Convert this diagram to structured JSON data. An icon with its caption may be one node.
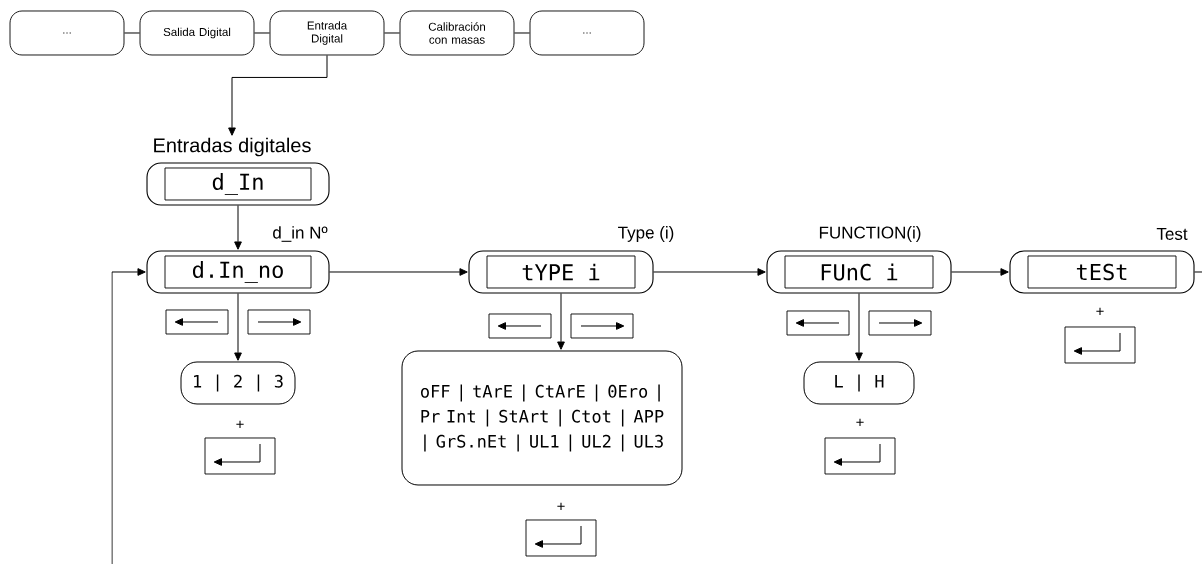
{
  "diagram": {
    "nodes": [
      {
        "text": [
          "..."
        ]
      },
      {
        "text": [
          "Salida Digital"
        ]
      },
      {
        "text": [
          "Entrada Digital"
        ]
      },
      {
        "text": [
          "Calibración con masas"
        ]
      },
      {
        "text": [
          "..."
        ]
      },
      {
        "text": [
          "Entradas digitales",
          "d_In"
        ]
      },
      {
        "text": [
          "d_in Nº",
          "d.In_no"
        ]
      },
      {
        "text": [
          "1 | 2 | 3"
        ]
      },
      {
        "text": [
          "Type (i)",
          "tYPE  i"
        ]
      },
      {
        "text": [
          "oFF | tArE | CtArE | 0Ero | Pr Int | StArt | Ctot | APP | GrS.nEt | UL1 | UL2 | UL3"
        ]
      },
      {
        "text": [
          "FUNCTION(i)",
          "FUnC  i"
        ]
      },
      {
        "text": [
          "L | H"
        ]
      },
      {
        "text": [
          "Test",
          "tESt"
        ]
      }
    ],
    "edges": [
      {
        "from": 0,
        "to": 1,
        "arrow": "none"
      },
      {
        "from": 1,
        "to": 2,
        "arrow": "none"
      },
      {
        "from": 2,
        "to": 3,
        "arrow": "none"
      },
      {
        "from": 3,
        "to": 4,
        "arrow": "none"
      },
      {
        "from": 2,
        "to": 5,
        "arrow": "to"
      },
      {
        "from": 5,
        "to": 6,
        "arrow": "to"
      },
      {
        "from": 6,
        "to": 8,
        "arrow": "to"
      },
      {
        "from": 8,
        "to": 10,
        "arrow": "to"
      },
      {
        "from": 10,
        "to": 12,
        "arrow": "to"
      },
      {
        "from": 12,
        "to": null,
        "arrow": "none"
      },
      {
        "from": null,
        "to": 6,
        "arrow": "to"
      },
      {
        "from": 6,
        "to": 7,
        "arrow": "to"
      },
      {
        "from": 8,
        "to": 9,
        "arrow": "to"
      },
      {
        "from": 10,
        "to": 11,
        "arrow": "to"
      }
    ],
    "labels": [
      "+",
      "+",
      "+",
      "+"
    ]
  }
}
